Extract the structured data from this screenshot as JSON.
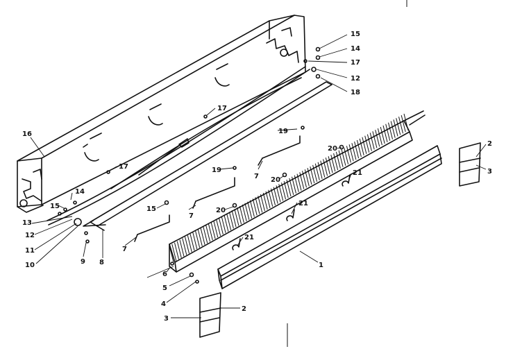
{
  "diagram": {
    "callouts": [
      {
        "id": "c15a",
        "text": "15"
      },
      {
        "id": "c14a",
        "text": "14"
      },
      {
        "id": "c17a",
        "text": "17"
      },
      {
        "id": "c12a",
        "text": "12"
      },
      {
        "id": "c18",
        "text": "18"
      },
      {
        "id": "c16",
        "text": "16"
      },
      {
        "id": "c17b",
        "text": "17"
      },
      {
        "id": "c17c",
        "text": "17"
      },
      {
        "id": "c19a",
        "text": "19"
      },
      {
        "id": "c20a",
        "text": "20"
      },
      {
        "id": "c19b",
        "text": "19"
      },
      {
        "id": "c7a",
        "text": "7"
      },
      {
        "id": "c20b",
        "text": "20"
      },
      {
        "id": "c21a",
        "text": "21"
      },
      {
        "id": "c2a",
        "text": "2"
      },
      {
        "id": "c3a",
        "text": "3"
      },
      {
        "id": "c14b",
        "text": "14"
      },
      {
        "id": "c15b",
        "text": "15"
      },
      {
        "id": "c13",
        "text": "13"
      },
      {
        "id": "c12b",
        "text": "12"
      },
      {
        "id": "c11",
        "text": "11"
      },
      {
        "id": "c10",
        "text": "10"
      },
      {
        "id": "c9",
        "text": "9"
      },
      {
        "id": "c8",
        "text": "8"
      },
      {
        "id": "c15c",
        "text": "15"
      },
      {
        "id": "c7b",
        "text": "7"
      },
      {
        "id": "c7c",
        "text": "7"
      },
      {
        "id": "c20c",
        "text": "20"
      },
      {
        "id": "c21b",
        "text": "21"
      },
      {
        "id": "c21c",
        "text": "21"
      },
      {
        "id": "c1",
        "text": "1"
      },
      {
        "id": "c6",
        "text": "6"
      },
      {
        "id": "c5",
        "text": "5"
      },
      {
        "id": "c4",
        "text": "4"
      },
      {
        "id": "c2b",
        "text": "2"
      },
      {
        "id": "c3b",
        "text": "3"
      }
    ]
  }
}
